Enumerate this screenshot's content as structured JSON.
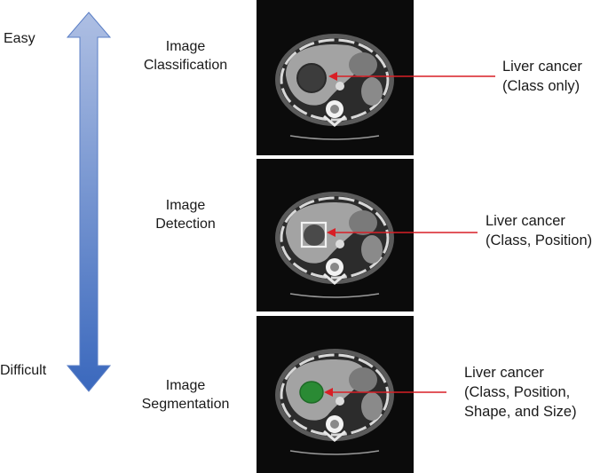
{
  "difficulty": {
    "top_label": "Easy",
    "bottom_label": "Difficult"
  },
  "rows": [
    {
      "task_line1": "Image",
      "task_line2": "Classification",
      "note_lines": [
        "Liver cancer",
        "(Class only)"
      ],
      "marking": "none"
    },
    {
      "task_line1": "Image",
      "task_line2": "Detection",
      "note_lines": [
        "Liver cancer",
        "(Class, Position)"
      ],
      "marking": "bounding-box"
    },
    {
      "task_line1": "Image",
      "task_line2": "Segmentation",
      "note_lines": [
        "Liver cancer",
        "(Class, Position,",
        "Shape, and Size)"
      ],
      "marking": "mask"
    }
  ],
  "colors": {
    "arrow_top": "#aebfe3",
    "arrow_bottom": "#3a68bd",
    "pointer": "#d81f26",
    "mask": "#2a8a34",
    "bbox": "#f2f2f2"
  }
}
